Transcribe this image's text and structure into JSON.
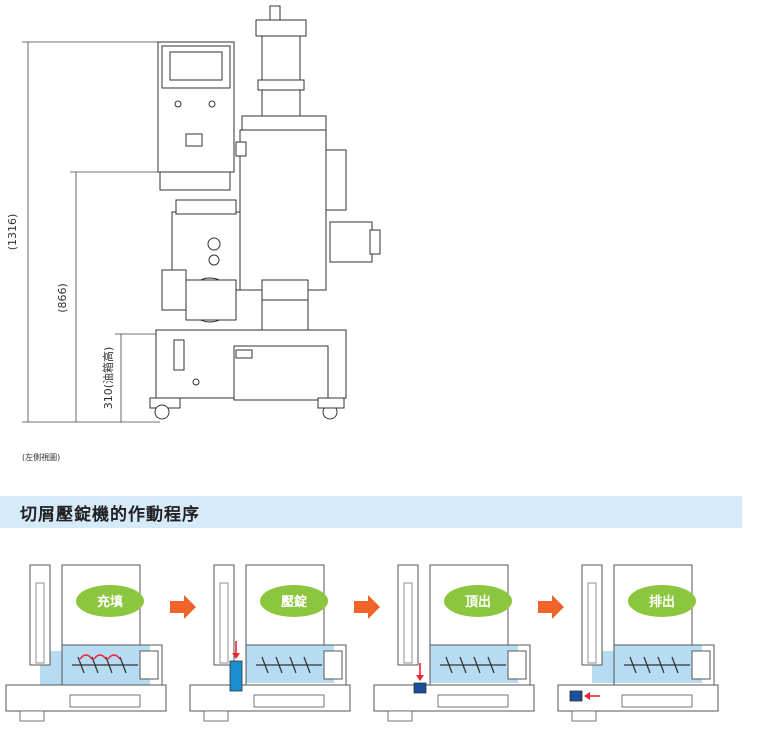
{
  "dimensions": {
    "total_height": "(1316)",
    "mid_height": "(866)",
    "oil_tank_height": "310(油箱高)"
  },
  "caption": "(左側視圖)",
  "section_title": "切屑壓錠機的作動程序",
  "steps": [
    {
      "label": "充填"
    },
    {
      "label": "壓錠"
    },
    {
      "label": "頂出"
    },
    {
      "label": "排出"
    }
  ],
  "colors": {
    "header_bg": "#d6ebfa",
    "label_green": "#8cc63f",
    "arrow_orange": "#f0642a",
    "fill_blue": "#b7dcf2",
    "piston_blue": "#1a8fd0"
  }
}
